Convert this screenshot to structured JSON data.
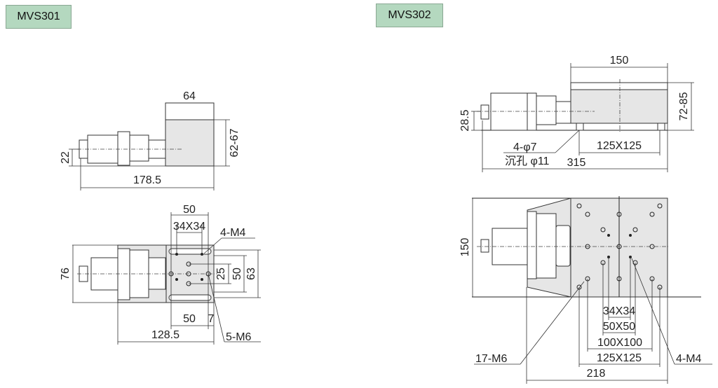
{
  "models": [
    {
      "label": "MVS301",
      "badge_color": "#b4d8bf"
    },
    {
      "label": "MVS302",
      "badge_color": "#b4d8bf"
    }
  ],
  "mvs301": {
    "side": {
      "top_width": "64",
      "height": "62-67",
      "axis_height": "22",
      "length": "178.5"
    },
    "top": {
      "hole_span": "50",
      "m4_span": "34X34",
      "m4_label": "4-M4",
      "pitch_25": "25",
      "pitch_50": "50",
      "width_63": "63",
      "width_76": "76",
      "bottom_50": "50",
      "offset_7": "7",
      "length": "128.5",
      "m6_label": "5-M6"
    }
  },
  "mvs302": {
    "side": {
      "top_width": "150",
      "height": "72-85",
      "axis_height": "28.5",
      "mount_label": "4-φ7",
      "counterbore_label": "沉孔 φ11",
      "mount_span": "125X125",
      "length": "315"
    },
    "top": {
      "width": "150",
      "d34": "34X34",
      "d50": "50X50",
      "d100": "100X100",
      "d125": "125X125",
      "length": "218",
      "m6_label": "17-M6",
      "m4_label": "4-M4"
    }
  }
}
